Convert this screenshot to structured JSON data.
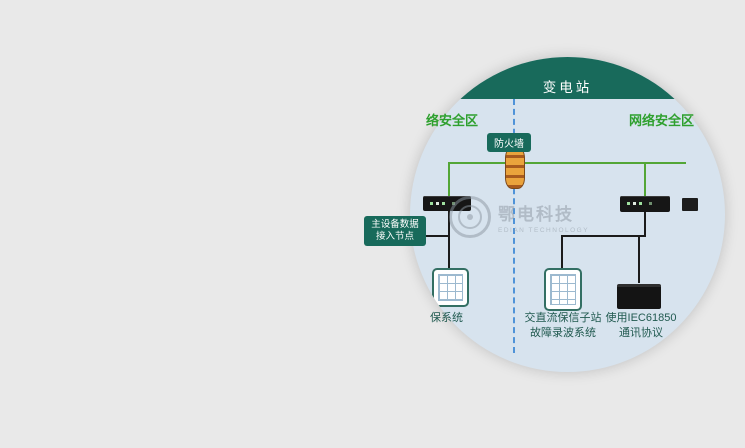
{
  "diagram": {
    "title": "变电站",
    "zone_left": "络安全区",
    "zone_right": "网络安全区",
    "firewall_label": "防火墙",
    "node_badge": {
      "line1": "主设备数据",
      "line2": "接入节点"
    },
    "device_labels": {
      "left": "保系统",
      "middle_line1": "交直流保信子站",
      "middle_line2": "故障录波系统",
      "right_line1": "使用IEC61850",
      "right_line2": "通讯协议"
    },
    "watermark": {
      "brand": "鄂电科技",
      "brand_en": "EDIAN TECHNOLOGY"
    },
    "colors": {
      "page_background": "#e9e9e9",
      "diagram_background": "#d7e3ee",
      "teal_accent": "#186a5b",
      "zone_green": "#2ea02e",
      "bus_green": "#53a636",
      "divider_blue": "#4f93d8",
      "line_black": "#1b1b1b",
      "firewall_orange": "#eaa33c"
    }
  }
}
